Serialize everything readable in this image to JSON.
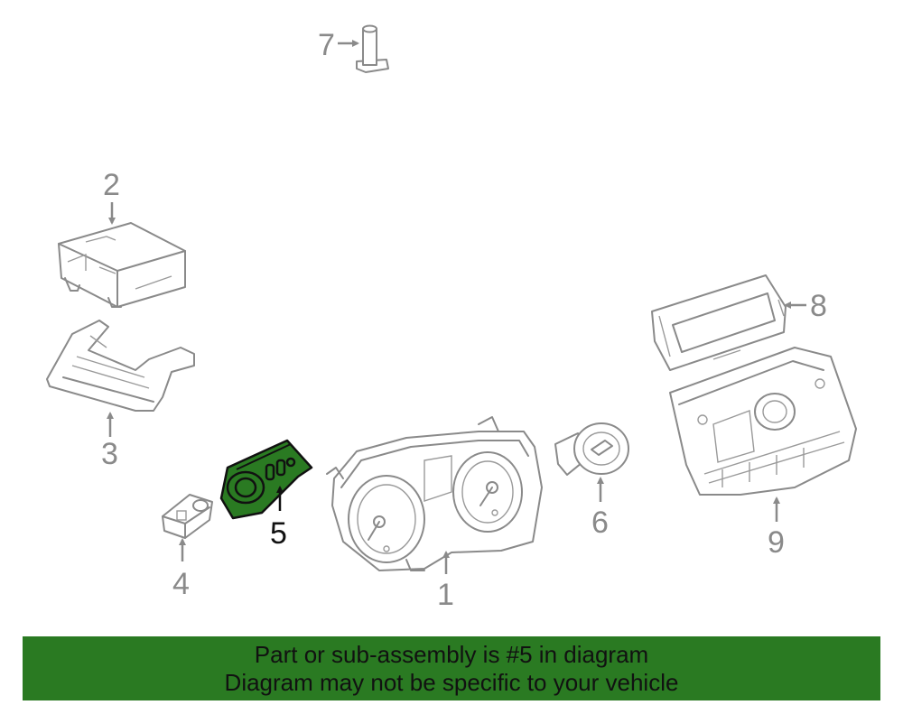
{
  "diagram": {
    "highlighted_part": "5",
    "callouts": [
      {
        "id": "1",
        "label": "1"
      },
      {
        "id": "2",
        "label": "2"
      },
      {
        "id": "3",
        "label": "3"
      },
      {
        "id": "4",
        "label": "4"
      },
      {
        "id": "5",
        "label": "5"
      },
      {
        "id": "6",
        "label": "6"
      },
      {
        "id": "7",
        "label": "7"
      },
      {
        "id": "8",
        "label": "8"
      },
      {
        "id": "9",
        "label": "9"
      }
    ],
    "colors": {
      "highlight": "#2a7a22",
      "line": "#8a8a8a",
      "highlight_outline": "#111111"
    }
  },
  "banner": {
    "line1": "Part or sub-assembly is #5 in diagram",
    "line2": "Diagram may not be specific to your vehicle"
  }
}
